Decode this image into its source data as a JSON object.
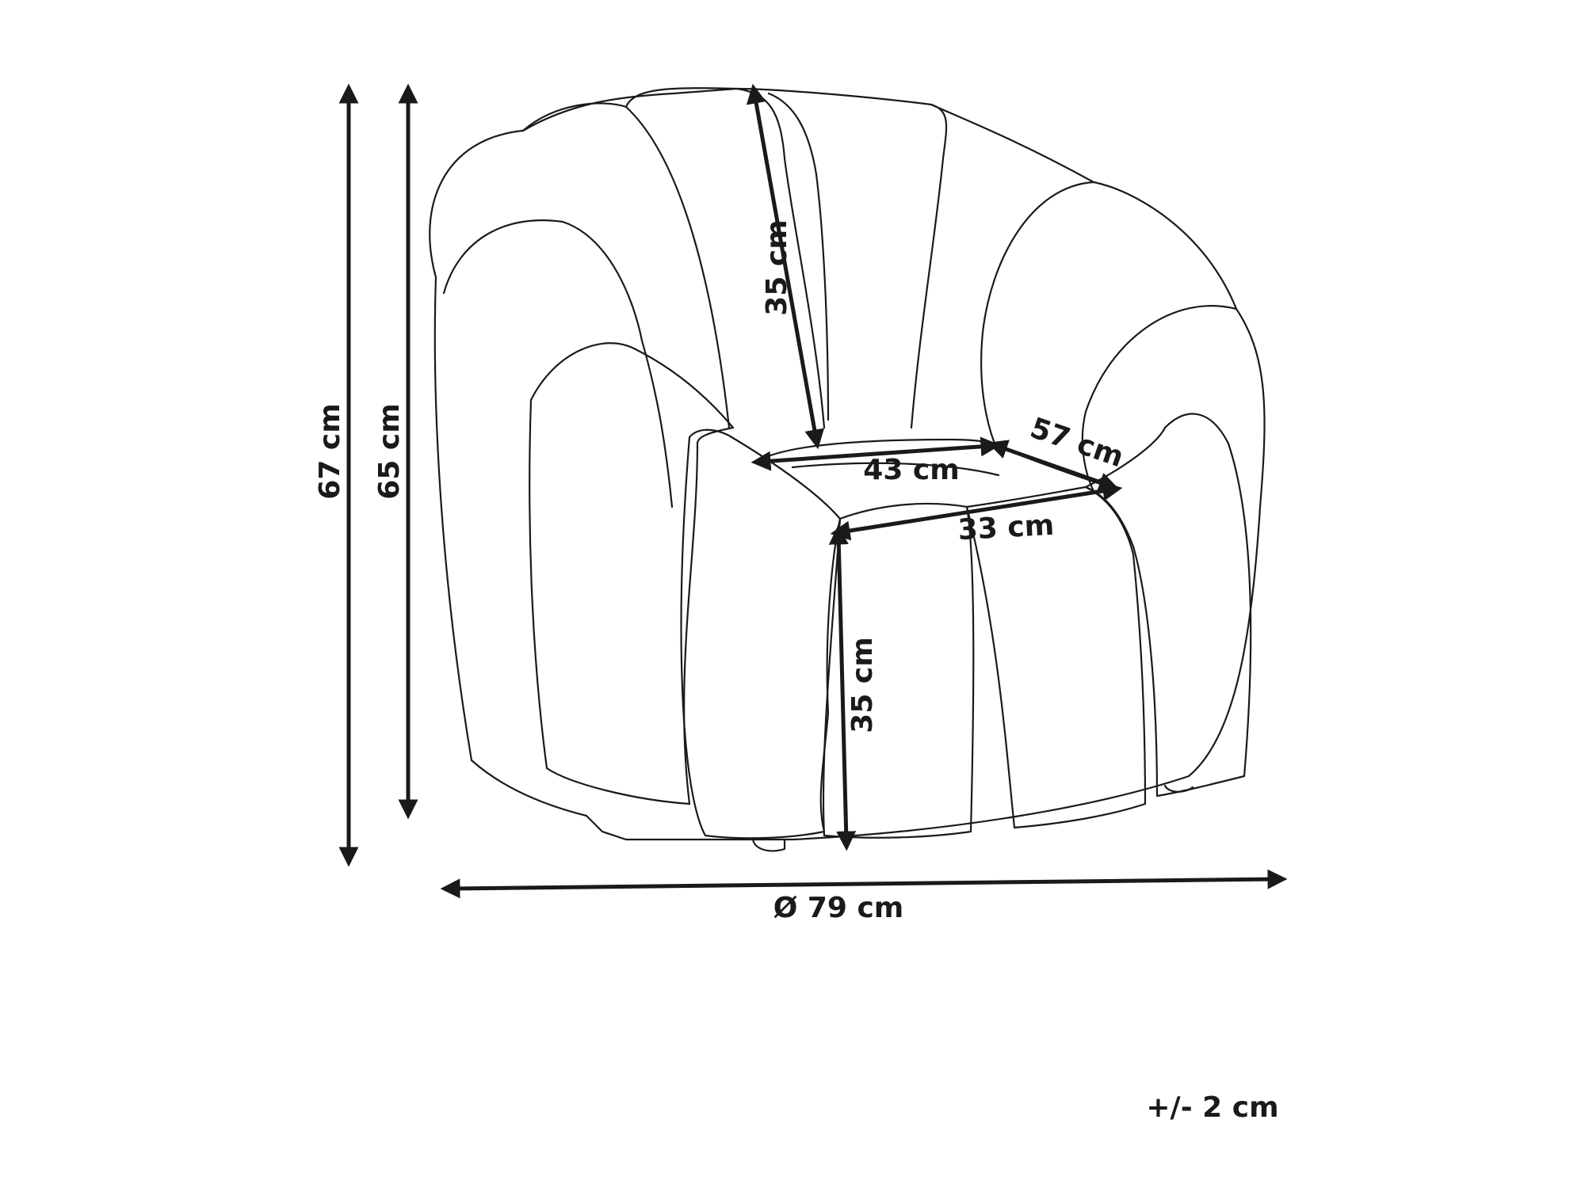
{
  "dimensions": {
    "total_height": "67 cm",
    "back_height": "65 cm",
    "backrest_height": "35 cm",
    "seat_width": "43 cm",
    "seat_depth": "57 cm",
    "seat_front_width": "33 cm",
    "seat_height": "35 cm",
    "diameter": "Ø 79 cm",
    "tolerance": "+/- 2 cm"
  },
  "colors": {
    "line": "#1a1a1a",
    "background": "#ffffff"
  }
}
